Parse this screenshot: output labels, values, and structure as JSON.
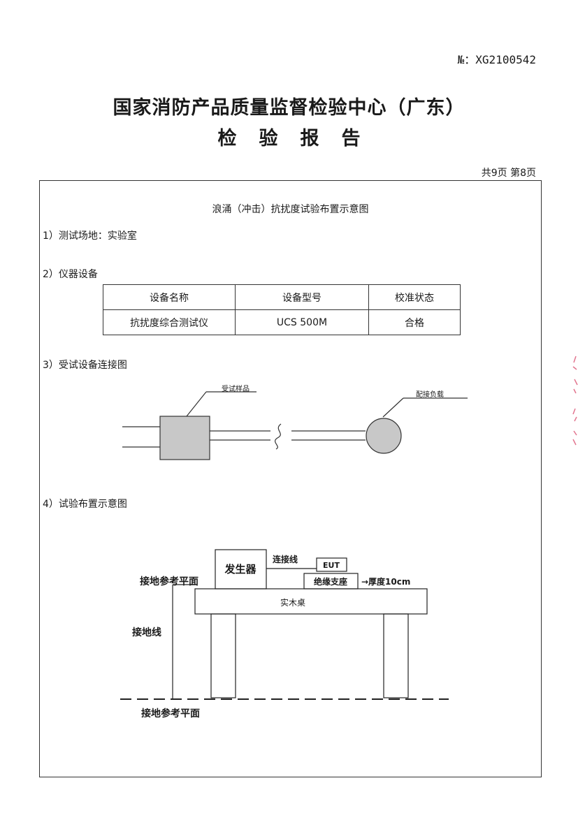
{
  "header": {
    "report_no": "№：XG2100542",
    "org_title": "国家消防产品质量监督检验中心（广东）",
    "report_title": "检验报告",
    "page_info": "共9页 第8页"
  },
  "figure": {
    "caption": "浪涌（冲击）抗扰度试验布置示意图"
  },
  "sections": {
    "site": "1）测试场地：实验室",
    "equipment": "2）仪器设备",
    "connection": "3）受试设备连接图",
    "layout": "4）试验布置示意图"
  },
  "equipment_table": {
    "headers": [
      "设备名称",
      "设备型号",
      "校准状态"
    ],
    "rows": [
      [
        "抗扰度综合测试仪",
        "UCS 500M",
        "合格"
      ]
    ]
  },
  "connection_diagram": {
    "eut_label": "受试样品",
    "load_label": "配接负载",
    "colors": {
      "eut_fill": "#c8c8c8",
      "load_fill": "#c8c8c8"
    }
  },
  "layout_diagram": {
    "generator": "发生器",
    "cable": "连接线",
    "eut": "EUT",
    "insulator": "绝缘支座",
    "thickness": "→厚度10cm",
    "table": "实木桌",
    "ground_plane_top": "接地参考平面",
    "ground_wire": "接地线",
    "ground_plane_bottom": "接地参考平面"
  }
}
